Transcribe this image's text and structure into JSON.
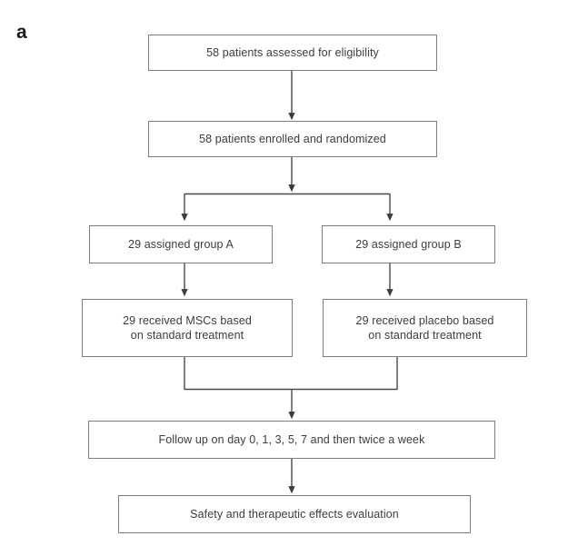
{
  "figure": {
    "panel_label": "a",
    "type": "flowchart",
    "background_color": "#ffffff",
    "box_border_color": "#7d7d7d",
    "text_color": "#3c3c3c",
    "connector_color": "#4a4a4a"
  },
  "nodes": [
    {
      "id": "assessed",
      "label": "58 patients assessed for eligibility",
      "line1": "58 patients assessed for eligibility",
      "line2": ""
    },
    {
      "id": "enrolled",
      "label": "58 patients enrolled and randomized",
      "line1": "58 patients enrolled and randomized",
      "line2": ""
    },
    {
      "id": "group-a",
      "label": "29 assigned group A",
      "line1": "29 assigned group A",
      "line2": ""
    },
    {
      "id": "group-b",
      "label": "29 assigned group B",
      "line1": "29 assigned group B",
      "line2": ""
    },
    {
      "id": "treatment-a",
      "label": "29 received MSCs based on standard treatment",
      "line1": "29 received MSCs based",
      "line2": "on standard treatment"
    },
    {
      "id": "treatment-b",
      "label": "29 received placebo based on standard treatment",
      "line1": "29 received placebo based",
      "line2": "on standard treatment"
    },
    {
      "id": "follow-up",
      "label": "Follow up on day 0, 1, 3, 5, 7 and then twice a week",
      "line1": "Follow up on day 0, 1, 3, 5, 7 and then twice a week",
      "line2": ""
    },
    {
      "id": "evaluation",
      "label": "Safety and therapeutic effects evaluation",
      "line1": "Safety and therapeutic effects evaluation",
      "line2": ""
    }
  ]
}
